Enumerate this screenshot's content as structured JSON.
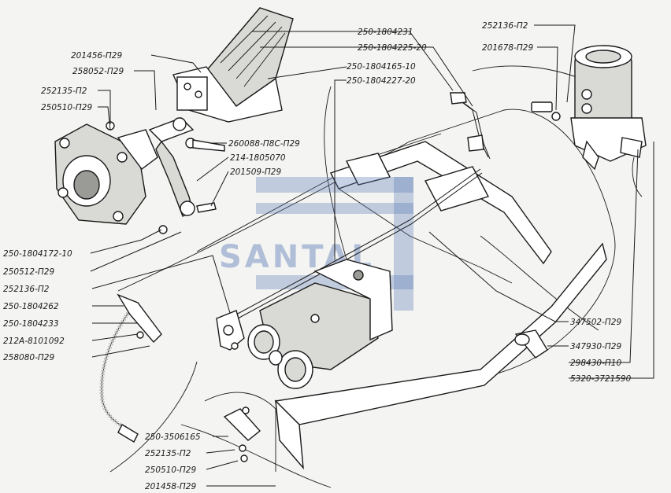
{
  "watermark": {
    "text": "SANTAL",
    "color": "#5f7fb8"
  },
  "labels": {
    "p201456": "201456-П29",
    "p258052": "258052-П29",
    "p252135a": "252135-П2",
    "p250510a": "250510-П29",
    "p250_1804231": "250-1804231",
    "p250_1804225": "250-1804225-20",
    "p250_1804165": "250-1804165-10",
    "p250_1804227": "250-1804227-20",
    "p252136a": "252136-П2",
    "p201678": "201678-П29",
    "p260088": "260088-П8С-П29",
    "p214_1805070": "214-1805070",
    "p201509": "201509-П29",
    "p250_1804172": "250-1804172-10",
    "p250512": "250512-П29",
    "p252136b": "252136-П2",
    "p250_1804262": "250-1804262",
    "p250_1804233": "250-1804233",
    "p212A": "212А-8101092",
    "p258080": "258080-П29",
    "p347502": "347502-П29",
    "p347930": "347930-П29",
    "p298430": "298430-П10",
    "p5320": "5320-3721590",
    "p250_3506165": "250-3506165",
    "p252135b": "252135-П2",
    "p250510b": "250510-П29",
    "p201458": "201458-П29"
  }
}
